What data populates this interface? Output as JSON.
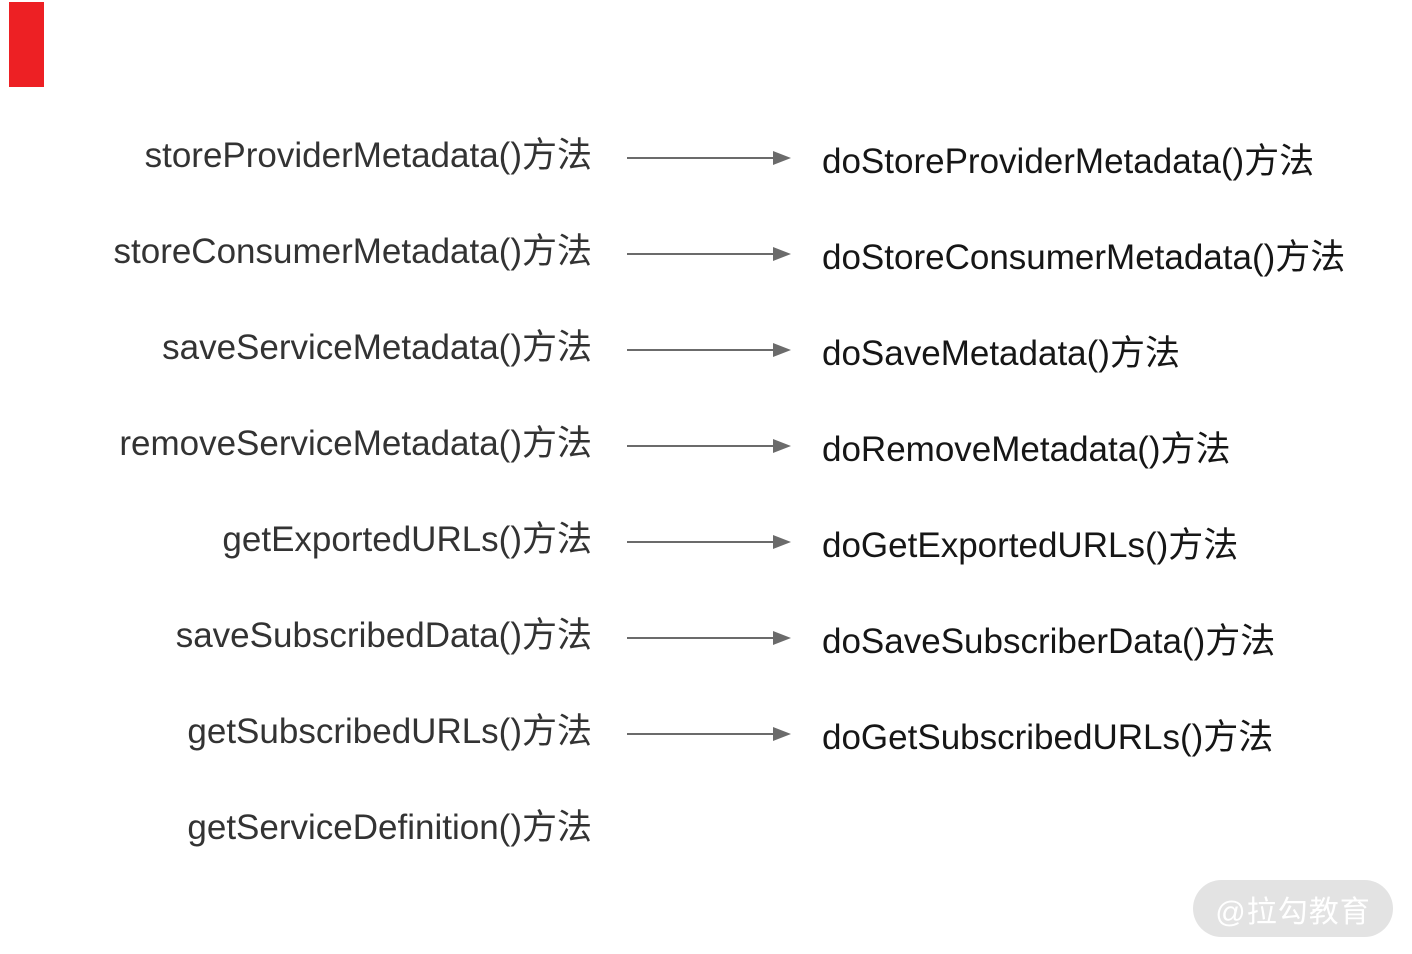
{
  "marker": {
    "name": "red-marker",
    "color": "#ed2024"
  },
  "diagram": {
    "arrow_color": "#6b6b6b",
    "left_text_color": "#333333",
    "right_text_color": "#161616",
    "rows": [
      {
        "left": "storeProviderMetadata()方法",
        "right": "doStoreProviderMetadata()方法",
        "arrow": true
      },
      {
        "left": "storeConsumerMetadata()方法",
        "right": "doStoreConsumerMetadata()方法",
        "arrow": true
      },
      {
        "left": "saveServiceMetadata()方法",
        "right": "doSaveMetadata()方法",
        "arrow": true
      },
      {
        "left": "removeServiceMetadata()方法",
        "right": "doRemoveMetadata()方法",
        "arrow": true
      },
      {
        "left": "getExportedURLs()方法",
        "right": "doGetExportedURLs()方法",
        "arrow": true
      },
      {
        "left": "saveSubscribedData()方法",
        "right": "doSaveSubscriberData()方法",
        "arrow": true
      },
      {
        "left": "getSubscribedURLs()方法",
        "right": "doGetSubscribedURLs()方法",
        "arrow": true
      },
      {
        "left": "getServiceDefinition()方法",
        "right": "",
        "arrow": false
      }
    ]
  },
  "watermark": {
    "label": "@拉勾教育",
    "background": "#e3e3e3",
    "text_color": "#ffffff"
  }
}
